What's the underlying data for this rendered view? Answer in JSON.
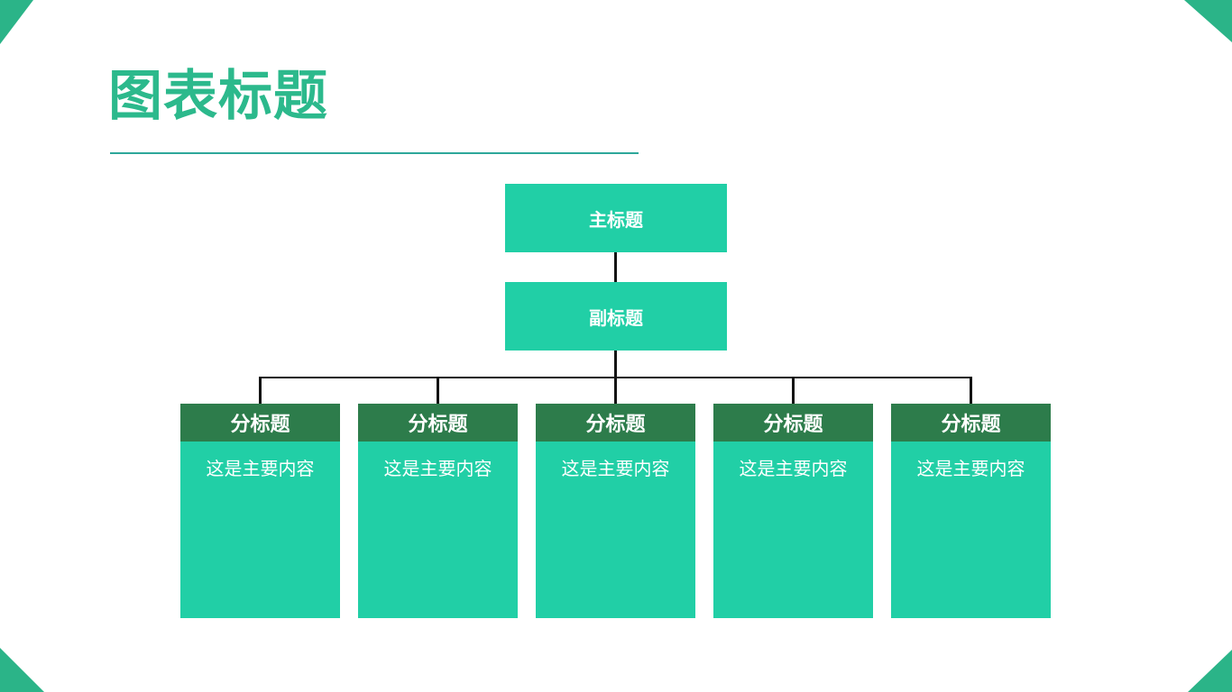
{
  "slide": {
    "title": "图表标题"
  },
  "theme": {
    "accent_green": "#2bb488",
    "title_green": "#2cb98c",
    "underline_teal": "#2da79a",
    "node_teal": "#21cfa6",
    "branch_header_green": "#2d7c4b",
    "connector_black": "#141414",
    "text_on_green": "#ffffff"
  },
  "chart": {
    "root_label": "主标题",
    "sub_label": "副标题",
    "columns": [
      {
        "header": "分标题",
        "body": "这是主要内容"
      },
      {
        "header": "分标题",
        "body": "这是主要内容"
      },
      {
        "header": "分标题",
        "body": "这是主要内容"
      },
      {
        "header": "分标题",
        "body": "这是主要内容"
      },
      {
        "header": "分标题",
        "body": "这是主要内容"
      }
    ]
  }
}
